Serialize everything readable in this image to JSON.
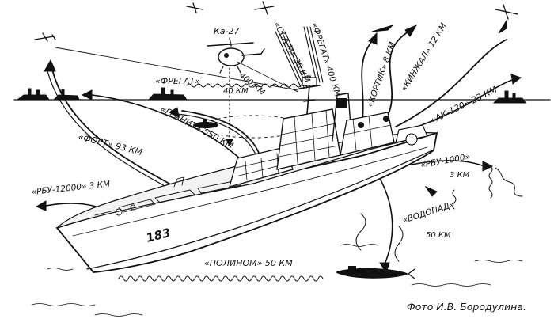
{
  "labels": {
    "helicopter": "Кa-27",
    "fregat_left": "«ФРЕГАТ»",
    "d40": "40 КМ",
    "d400": "400 КМ",
    "osa": "«ОСА-М» 30 КМ",
    "fregat_right": "«ФРЕГАТ» 400 КМ",
    "granit": "«ГРАНИТ» 550 КМ",
    "fort": "«ФОРТ» 93 КМ",
    "kortik": "«КОРТИК» 8 КМ",
    "kinzhal": "«КИНЖАЛ» 12 КМ",
    "ak130": "«АК-130» 23 КМ",
    "rbu12000": "«РБУ-12000» 3 КМ",
    "rbu1000_name": "«РБУ-1000»",
    "rbu1000_dist": "3 КМ",
    "vodopad_name": "«ВОДОПАД»",
    "vodopad_dist": "50 КМ",
    "polinom": "«ПОЛИНОМ» 50 КМ",
    "hull_number": "183"
  },
  "caption": "Фото И.В. Бородулина."
}
